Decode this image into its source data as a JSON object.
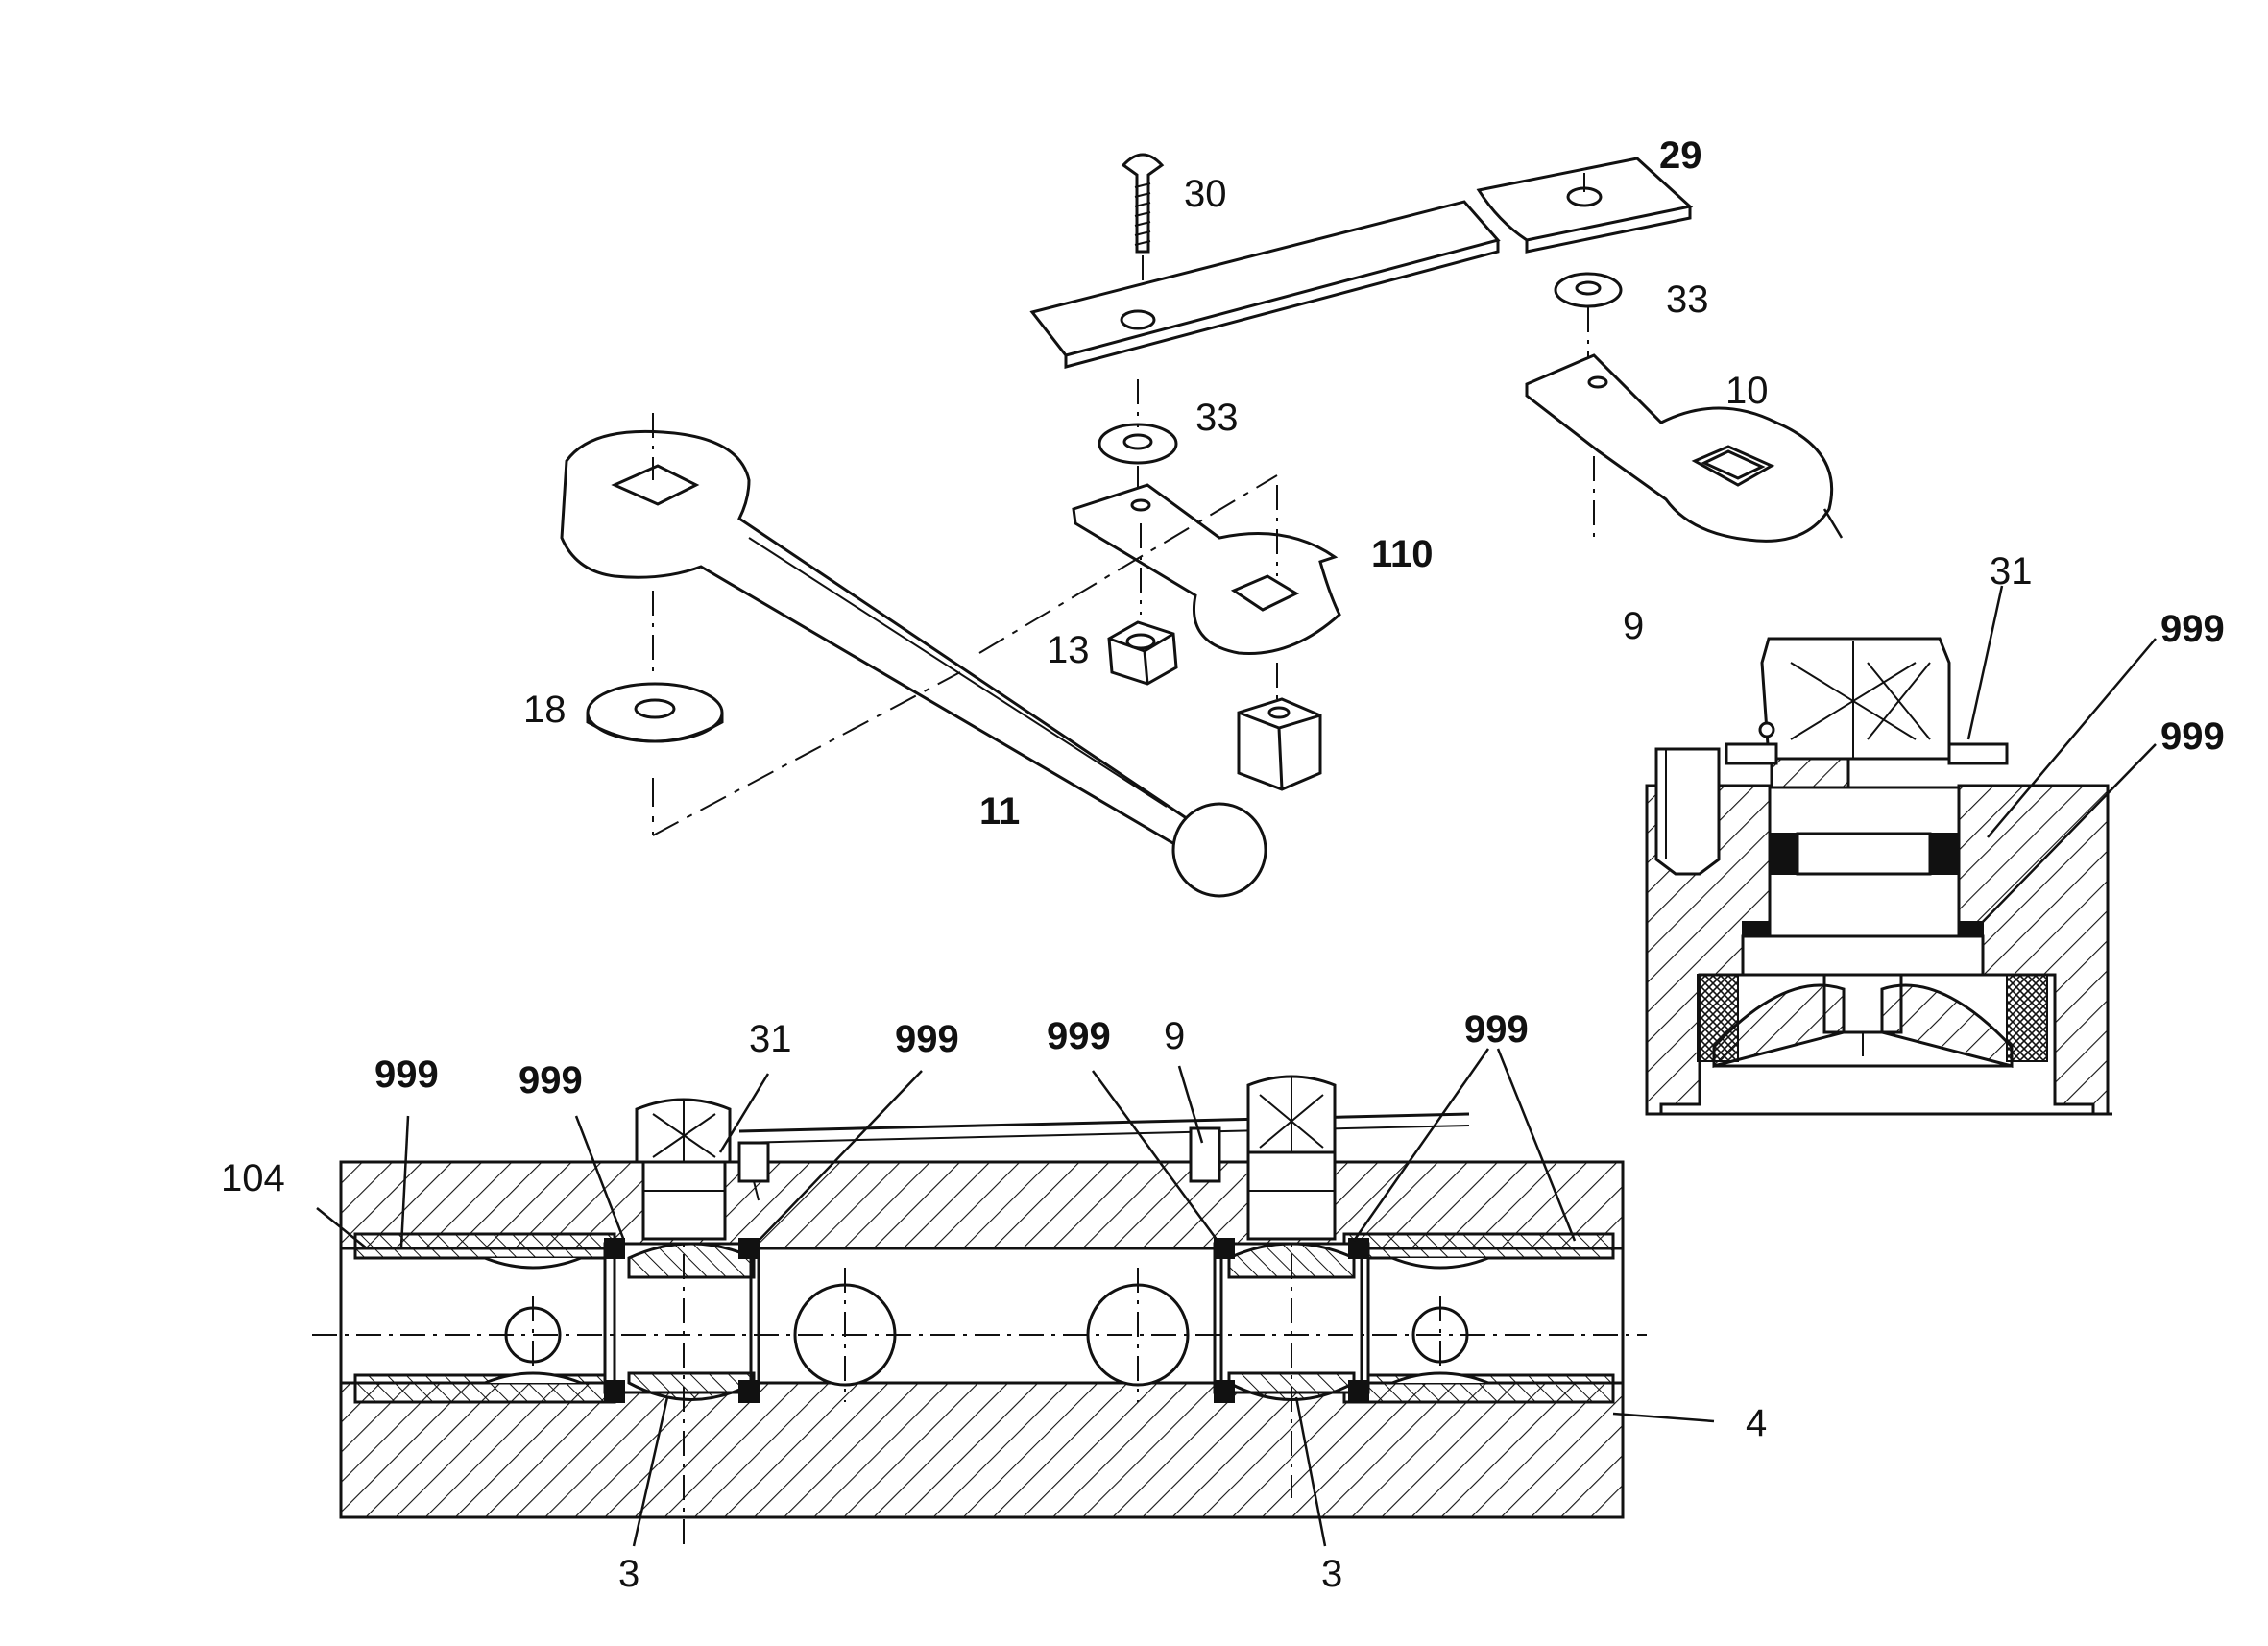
{
  "colors": {
    "ink": "#111111",
    "paper": "#ffffff"
  },
  "exploded_view": {
    "screw": "30",
    "strap": "29",
    "washer_left": "33",
    "washer_right": "33",
    "lever_right": "10",
    "lever_small": "110",
    "nut": "13",
    "washer_bottom": "18",
    "handle": "11"
  },
  "detail_view": {
    "pin": "9",
    "ring": "31",
    "seal_upper": "999",
    "seal_lower": "999"
  },
  "section_view": {
    "plug_left": "104",
    "seal_a": "999",
    "seal_b": "999",
    "ring": "31",
    "seal_c": "999",
    "seal_d": "999",
    "pin": "9",
    "seal_e": "999",
    "port_right": "4",
    "ball_left": "3",
    "ball_right": "3"
  }
}
